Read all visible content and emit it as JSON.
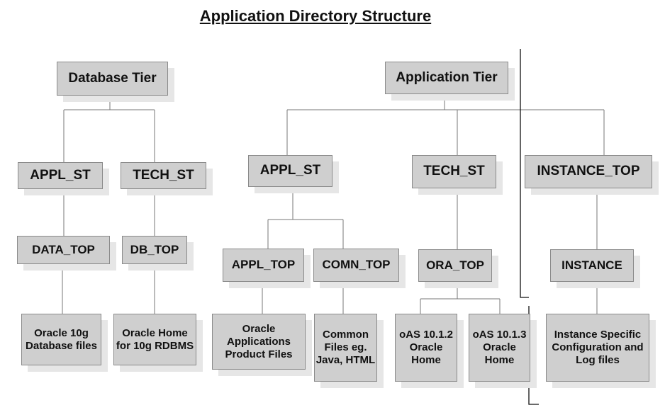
{
  "title": "Application Directory Structure",
  "database_tier": {
    "label": "Database Tier",
    "appl_st": "APPL_ST",
    "tech_st": "TECH_ST",
    "data_top": "DATA_TOP",
    "db_top": "DB_TOP",
    "oracle_10g_files": "Oracle 10g Database files",
    "oracle_home_rdbms": "Oracle Home for 10g RDBMS"
  },
  "application_tier": {
    "label": "Application Tier",
    "appl_st": "APPL_ST",
    "tech_st": "TECH_ST",
    "instance_top": "INSTANCE_TOP",
    "appl_top": "APPL_TOP",
    "comn_top": "COMN_TOP",
    "ora_top": "ORA_TOP",
    "instance": "INSTANCE",
    "product_files": "Oracle Applications Product Files",
    "common_files": "Common Files eg. Java, HTML",
    "oas_1012": "oAS 10.1.2 Oracle Home",
    "oas_1013": "oAS 10.1.3 Oracle Home",
    "instance_files": "Instance Specific Configuration and Log files"
  },
  "colors": {
    "node_fill": "#cfcfcf",
    "node_border": "#8a8a8a",
    "shadow": "#e6e6e6",
    "line": "#777777"
  }
}
